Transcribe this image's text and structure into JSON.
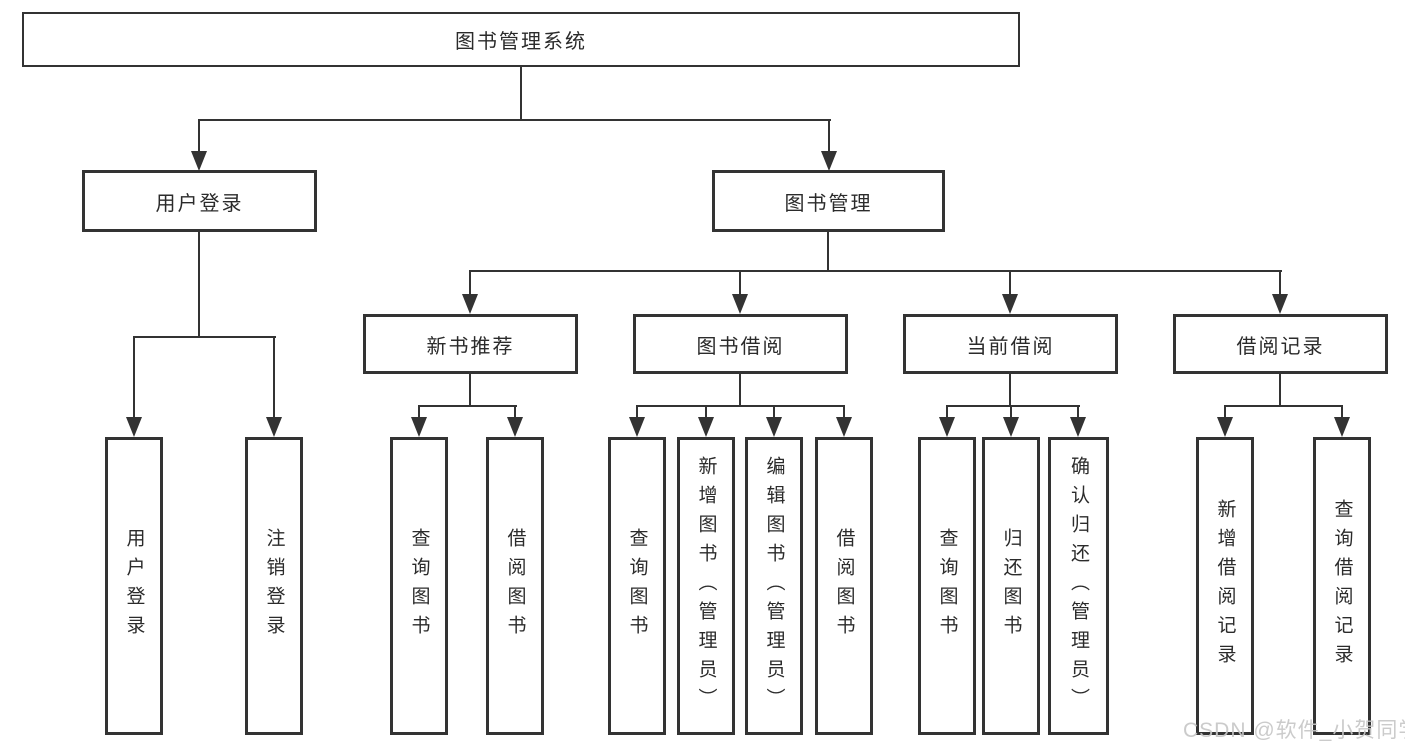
{
  "nodes": {
    "root": "图书管理系统",
    "user_login": "用户登录",
    "book_mgmt": "图书管理",
    "new_book": "新书推荐",
    "book_borrow": "图书借阅",
    "current_borrow": "当前借阅",
    "borrow_record": "借阅记录",
    "leaves": {
      "user_login": [
        "用户登录",
        "注销登录"
      ],
      "new_book": [
        "查询图书",
        "借阅图书"
      ],
      "book_borrow": [
        "查询图书",
        "新增图书（管理员）",
        "编辑图书（管理员）",
        "借阅图书"
      ],
      "current_borrow": [
        "查询图书",
        "归还图书",
        "确认归还（管理员）"
      ],
      "borrow_record": [
        "新增借阅记录",
        "查询借阅记录"
      ]
    }
  },
  "watermark": "CSDN @软件_小贺同学",
  "colors": {
    "line": "#333333",
    "text": "#2b2b2b",
    "background": "#ffffff",
    "watermark": "#c7c7c7"
  }
}
